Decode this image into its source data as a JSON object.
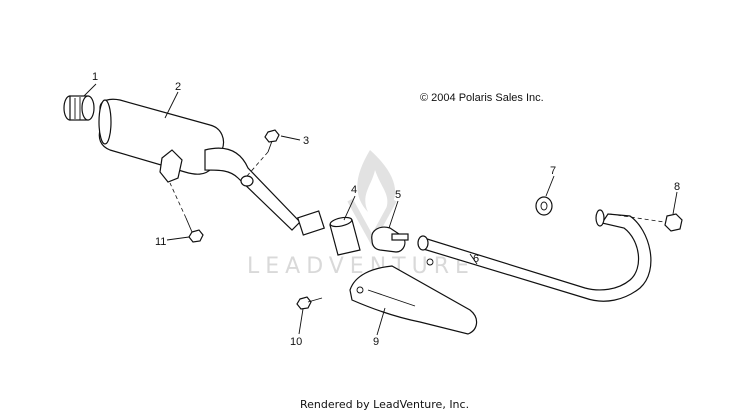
{
  "copyright": "© 2004 Polaris Sales Inc.",
  "footer": "Rendered by LeadVenture, Inc.",
  "watermark": "LEADVENTURE",
  "callouts": [
    "1",
    "2",
    "3",
    "4",
    "5",
    "6",
    "7",
    "8",
    "9",
    "10",
    "11"
  ],
  "colors": {
    "ink": "#111111",
    "watermark": "#d9d9d9",
    "background": "#ffffff"
  },
  "icons": {
    "watermark_logo": "flame-logo-icon"
  }
}
